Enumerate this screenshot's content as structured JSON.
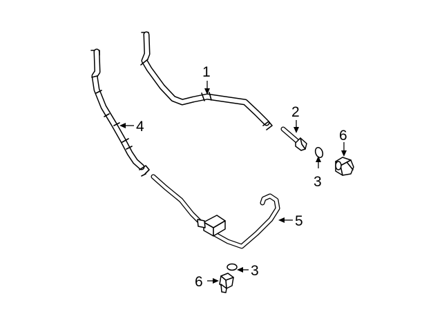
{
  "callouts": [
    {
      "id": "callout-1",
      "label": "1"
    },
    {
      "id": "callout-2",
      "label": "2"
    },
    {
      "id": "callout-3-upper",
      "label": "3"
    },
    {
      "id": "callout-4",
      "label": "4"
    },
    {
      "id": "callout-5",
      "label": "5"
    },
    {
      "id": "callout-6-upper",
      "label": "6"
    },
    {
      "id": "callout-3-lower",
      "label": "3"
    },
    {
      "id": "callout-6-lower",
      "label": "6"
    }
  ]
}
